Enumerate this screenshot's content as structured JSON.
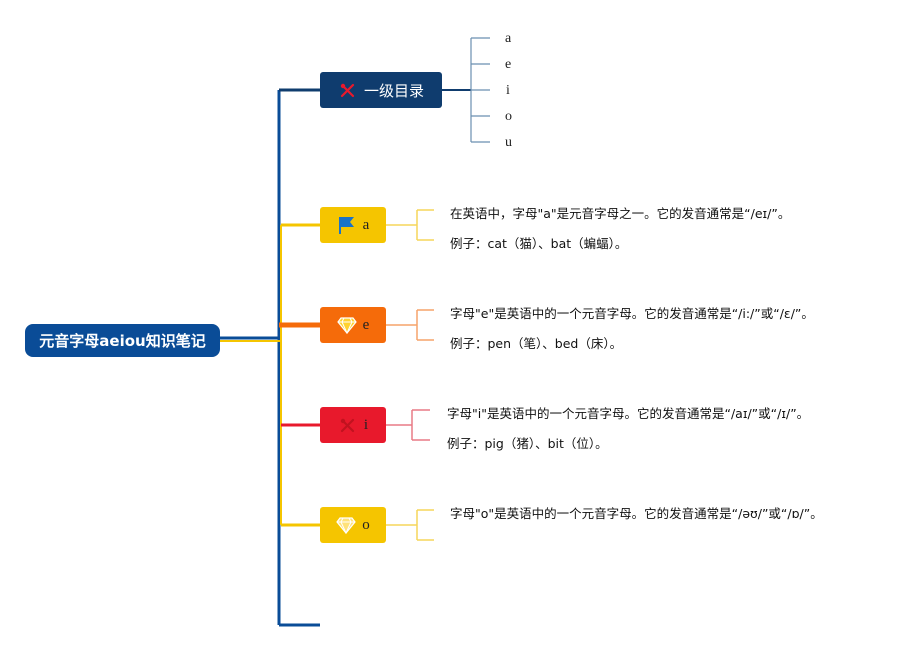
{
  "root": {
    "label": "元音字母aeiou知识笔记"
  },
  "toc": {
    "label": "一级目录",
    "items": [
      "a",
      "e",
      "i",
      "o",
      "u"
    ]
  },
  "branches": [
    {
      "label": "a",
      "color": "#f5c500",
      "icon": "flag-icon",
      "details": [
        "在英语中，字母\"a\"是元音字母之一。它的发音通常是“/eɪ/”。",
        "例子：cat（猫）、bat（蝙蝠）。"
      ]
    },
    {
      "label": "e",
      "color": "#f56b0a",
      "icon": "diamond-icon",
      "details": [
        "字母\"e\"是英语中的一个元音字母。它的发音通常是“/i:/”或“/ɛ/”。",
        "例子：pen（笔）、bed（床）。"
      ]
    },
    {
      "label": "i",
      "color": "#e8192c",
      "icon": "tools-icon",
      "details": [
        "字母\"i\"是英语中的一个元音字母。它的发音通常是“/aɪ/”或“/ɪ/”。",
        "例子：pig（猪）、bit（位）。"
      ]
    },
    {
      "label": "o",
      "color": "#f5c500",
      "icon": "diamond-icon",
      "details": [
        "字母\"o\"是英语中的一个元音字母。它的发音通常是“/əʊ/”或“/ɒ/”。"
      ]
    }
  ],
  "colors": {
    "navy": "#0f3c6e",
    "root_blue": "#0a4c97",
    "spine_blue": "#0a4c97",
    "yellow": "#f5c500",
    "orange": "#f56b0a",
    "red": "#e8192c"
  }
}
